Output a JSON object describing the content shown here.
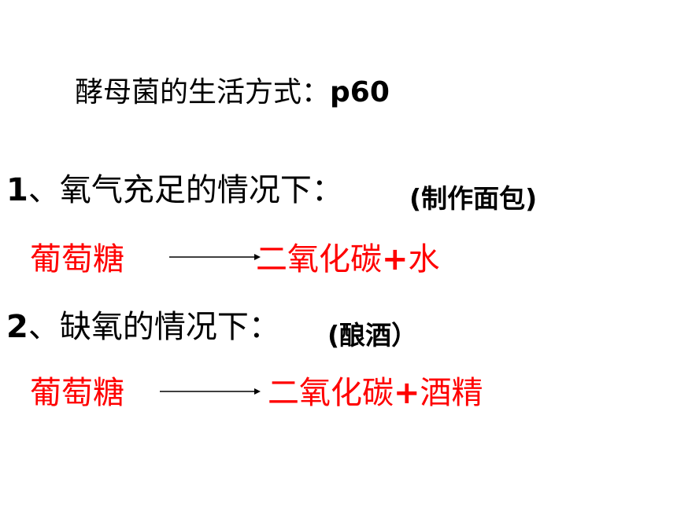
{
  "colors": {
    "text": "#000000",
    "highlight": "#ff0000",
    "background": "#ffffff"
  },
  "title": {
    "main": "酵母菌的生活方式：",
    "page_ref": "p60"
  },
  "section1": {
    "number": "1",
    "heading": "、氧气充足的情况下：",
    "note": "(制作面包)",
    "reactant": "葡萄糖",
    "product_a": "二氧化碳",
    "plus": "+",
    "product_b": "水"
  },
  "section2": {
    "number": "2",
    "heading": "、缺氧的情况下：",
    "note": "(酿酒）",
    "reactant": "葡萄糖",
    "product_a": "二氧化碳",
    "plus": "+",
    "product_b": "酒精"
  }
}
